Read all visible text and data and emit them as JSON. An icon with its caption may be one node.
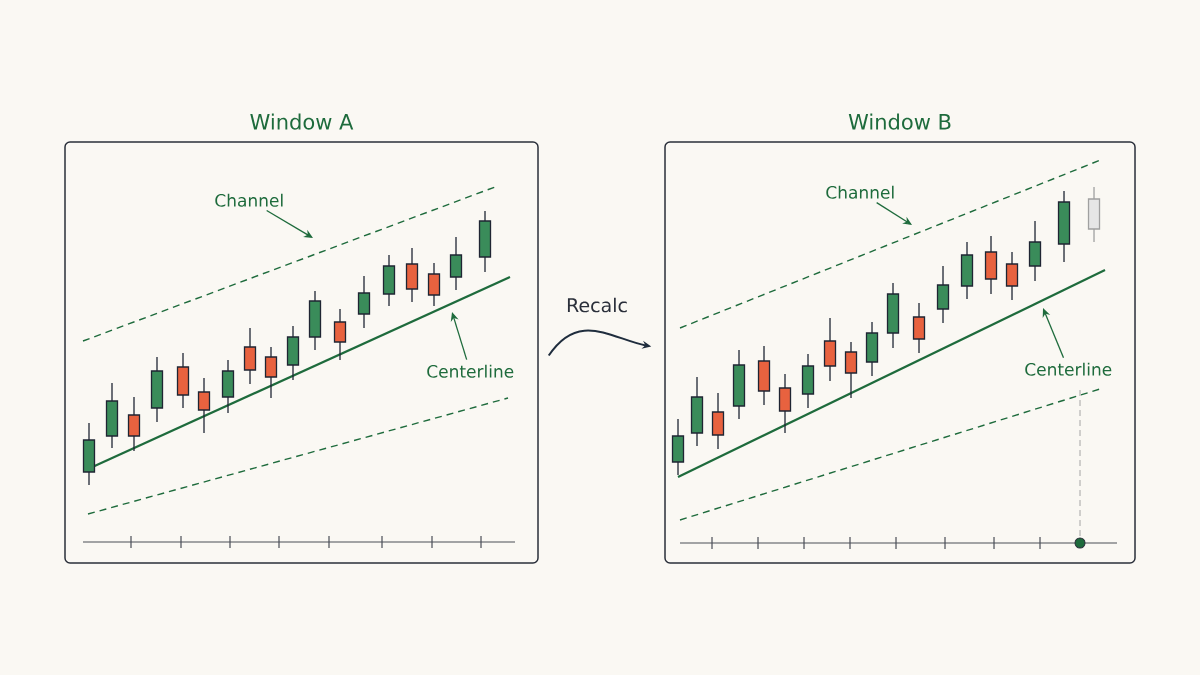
{
  "diagram": {
    "nodes": [
      {
        "text": [
          "Window A"
        ]
      },
      {
        "text": [
          "Channel"
        ],
        "in": 0
      },
      {
        "text": [
          "Centerline"
        ],
        "in": 0
      },
      {
        "text": [
          "Window B"
        ]
      },
      {
        "text": [
          "Channel"
        ],
        "in": 3
      },
      {
        "text": [
          "Centerline"
        ],
        "in": 3
      }
    ],
    "edges": [
      {
        "from": 0,
        "to": 3,
        "arrow": "to",
        "label": "Recalc",
        "color": "#1f2d3d"
      },
      {
        "from": 1,
        "to": null,
        "arrow": "to"
      },
      {
        "from": 2,
        "to": null,
        "arrow": "to"
      },
      {
        "from": 4,
        "to": null,
        "arrow": "to"
      },
      {
        "from": 5,
        "to": null,
        "arrow": "to"
      }
    ]
  }
}
